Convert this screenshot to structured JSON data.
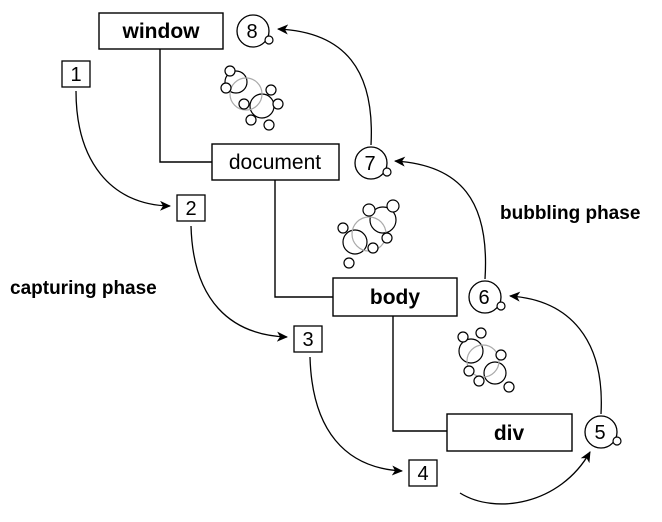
{
  "nodes": {
    "window": "window",
    "document": "document",
    "body": "body",
    "div": "div"
  },
  "capture_steps": [
    "1",
    "2",
    "3",
    "4"
  ],
  "bubble_steps": [
    "5",
    "6",
    "7",
    "8"
  ],
  "labels": {
    "capturing": "capturing phase",
    "bubbling": "bubbling phase"
  },
  "colors": {
    "stroke": "#000000",
    "fill": "#ffffff",
    "molecule_overlap": "#aaaaaa"
  },
  "icons": [
    "molecule-icon",
    "molecule-icon",
    "molecule-icon"
  ]
}
